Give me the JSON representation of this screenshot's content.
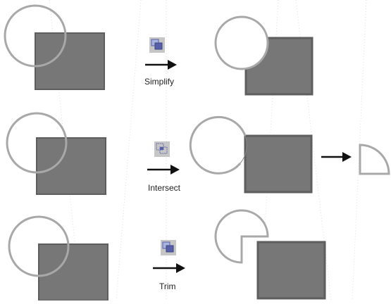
{
  "colors": {
    "background": "#ffffff",
    "shape_fill": "#777777",
    "shape_stroke": "#5e5e5e",
    "circle_stroke": "#a8a8a8",
    "arrow": "#111111",
    "guide_dots": "#dddddd",
    "tool_button_bg": "#c6c6c6",
    "tool_icon_front": "#5560a8",
    "tool_icon_back": "#a9b3df"
  },
  "operations": [
    {
      "id": "simplify",
      "label": "Simplify",
      "icon": "simplify-tool-icon"
    },
    {
      "id": "intersect",
      "label": "Intersect",
      "icon": "intersect-tool-icon"
    },
    {
      "id": "trim",
      "label": "Trim",
      "icon": "trim-tool-icon"
    }
  ]
}
